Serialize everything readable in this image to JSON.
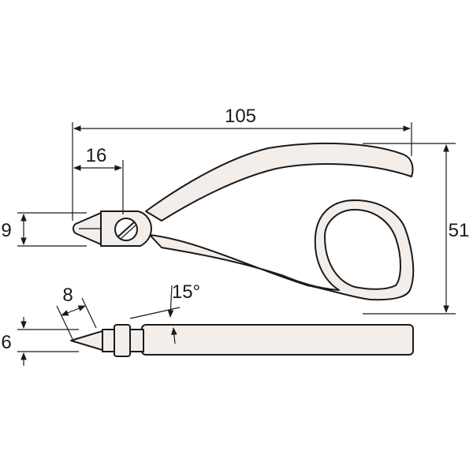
{
  "dimensions": {
    "overall_length": "105",
    "jaw_length": "16",
    "head_width": "9",
    "total_height": "51",
    "tip_length": "8",
    "tip_angle": "15°",
    "thickness": "6"
  },
  "colors": {
    "body": "#f4eeea",
    "line": "#1a1a1a"
  }
}
